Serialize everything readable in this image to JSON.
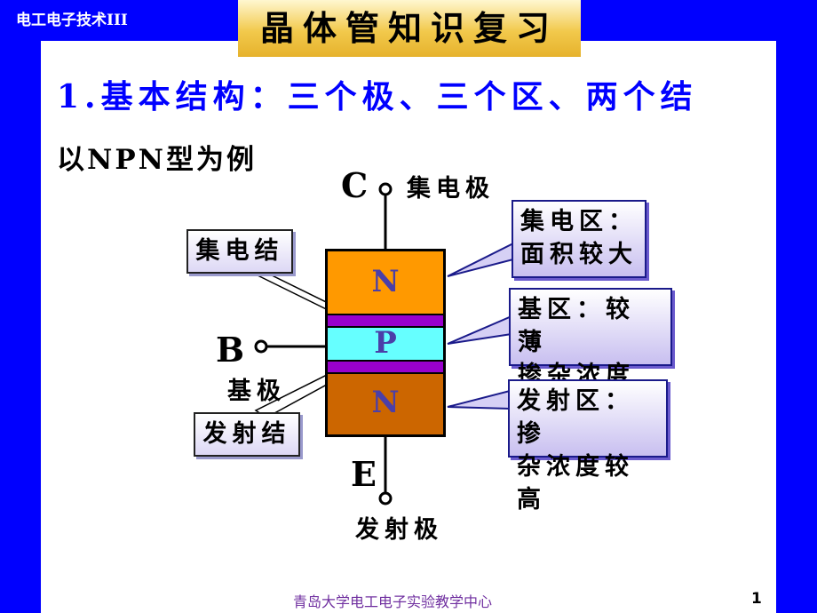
{
  "header": {
    "course_label": "电工电子技术III",
    "slide_title": "晶体管知识复习"
  },
  "heading": "1.基本结构：三个极、三个区、两个结",
  "example": "以NPN型为例",
  "diagram": {
    "collector": {
      "letter": "C",
      "label": "集电极"
    },
    "base": {
      "letter": "B",
      "label": "基极"
    },
    "emitter": {
      "letter": "E",
      "label": "发射极"
    },
    "regions": {
      "top": "N",
      "middle": "P",
      "bottom": "N"
    },
    "junctions": {
      "collector": "集电结",
      "emitter": "发射结"
    },
    "callouts": {
      "collector_region": [
        "集电区：",
        "面积较大"
      ],
      "base_region": [
        "基区：较薄",
        "掺杂浓度低"
      ],
      "emitter_region": [
        "发射区：掺",
        "杂浓度较高"
      ]
    },
    "colors": {
      "n_collector": "#ff9900",
      "p_base": "#66ffff",
      "n_emitter": "#cc6600",
      "junction": "#9900cc",
      "background": "#0000ff"
    }
  },
  "footer": {
    "center_text": "青岛大学电工电子实验教学中心",
    "page_number": "1"
  }
}
